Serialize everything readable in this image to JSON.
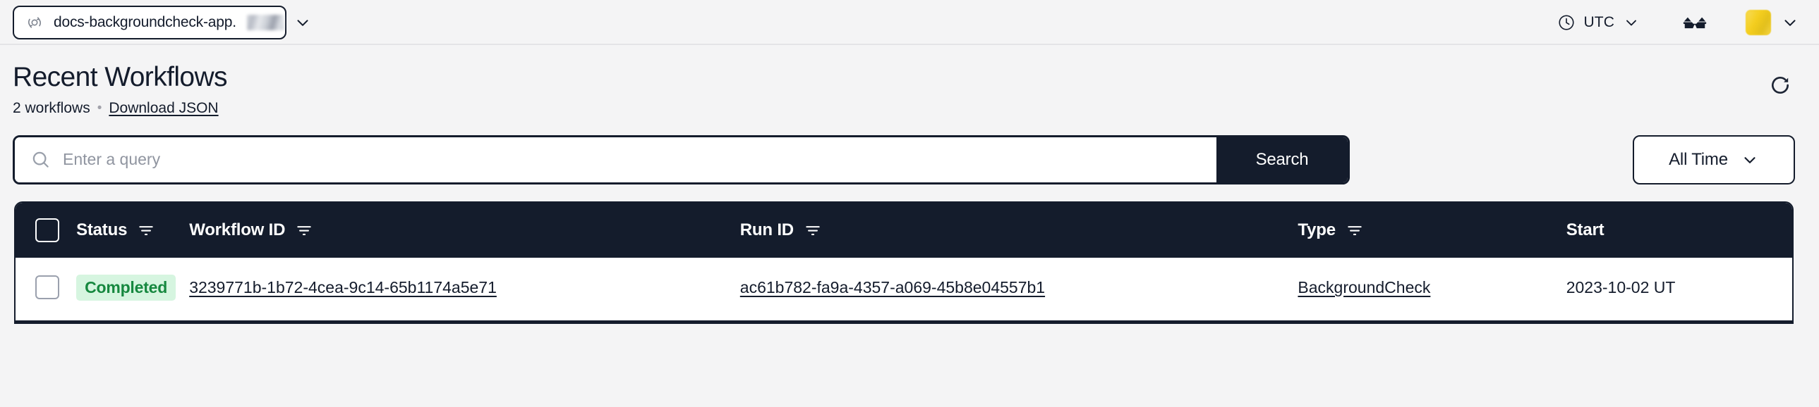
{
  "topbar": {
    "namespace": {
      "icon": "temporal-namespace-icon",
      "label": "docs-backgroundcheck-app.",
      "redacted": true,
      "chevron": "chevron-down-icon"
    },
    "timezone": {
      "icon": "clock-icon",
      "label": "UTC",
      "chevron": "chevron-down-icon"
    },
    "glasses": {
      "icon": "glasses-icon"
    },
    "user": {
      "avatar_color": "#f5cf1e",
      "chevron": "chevron-down-icon"
    }
  },
  "header": {
    "title": "Recent Workflows",
    "count_label": "2 workflows",
    "separator": "•",
    "download_label": "Download JSON",
    "refresh_icon": "refresh-icon"
  },
  "search": {
    "icon": "search-icon",
    "placeholder": "Enter a query",
    "value": "",
    "submit_label": "Search",
    "time_filter": {
      "label": "All Time",
      "chevron": "chevron-down-icon"
    }
  },
  "table": {
    "columns": [
      {
        "key": "check",
        "label": "",
        "filter": false
      },
      {
        "key": "status",
        "label": "Status",
        "filter": true
      },
      {
        "key": "wfid",
        "label": "Workflow ID",
        "filter": true
      },
      {
        "key": "runid",
        "label": "Run ID",
        "filter": true
      },
      {
        "key": "type",
        "label": "Type",
        "filter": true
      },
      {
        "key": "start",
        "label": "Start",
        "filter": false
      }
    ],
    "rows": [
      {
        "status": "Completed",
        "status_color": "#16883f",
        "status_bg": "#d6f5e0",
        "workflow_id": "3239771b-1b72-4cea-9c14-65b1174a5e71",
        "run_id": "ac61b782-fa9a-4357-a069-45b8e04557b1",
        "type": "BackgroundCheck",
        "start": "2023-10-02 UT"
      }
    ]
  }
}
